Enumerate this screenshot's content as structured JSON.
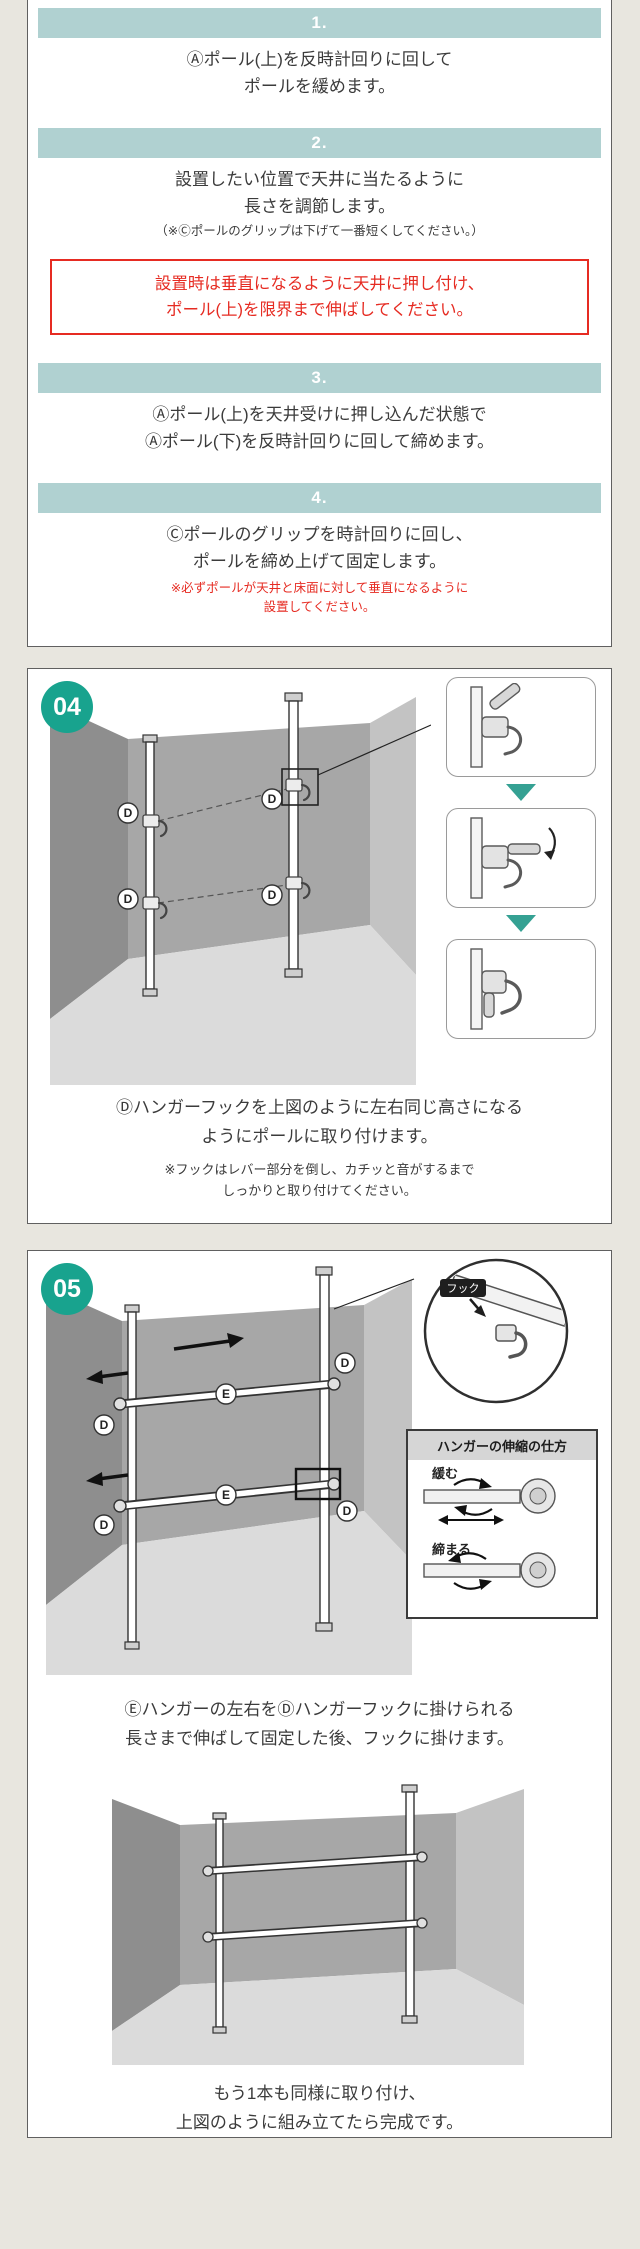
{
  "colors": {
    "page_bg": "#e8e6df",
    "step_bar": "#b0d1d1",
    "badge_teal": "#18a38e",
    "warning_red": "#e62b22",
    "wall_dark": "#8e8e8e",
    "wall_mid": "#a7a7a7",
    "wall_light": "#c3c3c3",
    "floor": "#dbdbdb"
  },
  "steps": {
    "s1": {
      "num": "1.",
      "line1": "Ⓐポール(上)を反時計回りに回して",
      "line2": "ポールを緩めます。"
    },
    "s2": {
      "num": "2.",
      "line1": "設置したい位置で天井に当たるように",
      "line2": "長さを調節します。",
      "note": "（※Ⓒポールのグリップは下げて一番短くしてください。）"
    },
    "warning": {
      "line1": "設置時は垂直になるように天井に押し付け、",
      "line2": "ポール(上)を限界まで伸ばしてください。"
    },
    "s3": {
      "num": "3.",
      "line1": "Ⓐポール(上)を天井受けに押し込んだ状態で",
      "line2": "Ⓐポール(下)を反時計回りに回して締めます。"
    },
    "s4": {
      "num": "4.",
      "line1": "Ⓒポールのグリップを時計回りに回し、",
      "line2": "ポールを締め上げて固定します。",
      "red1": "※必ずポールが天井と床面に対して垂直になるように",
      "red2": "設置してください。"
    }
  },
  "section04": {
    "badge": "04",
    "pole_label": "D",
    "caption1": "Ⓓハンガーフックを上図のように左右同じ高さになる",
    "caption2": "ようにポールに取り付けます。",
    "note1": "※フックはレバー部分を倒し、カチッと音がするまで",
    "note2": "しっかりと取り付けてください。"
  },
  "section05": {
    "badge": "05",
    "pole_label": "D",
    "bar_label": "E",
    "hook_label": "フック",
    "panel_title": "ハンガーの伸縮の仕方",
    "loosen": "緩む",
    "tighten": "締まる",
    "caption1": "Ⓔハンガーの左右をⒹハンガーフックに掛けられる",
    "caption2": "長さまで伸ばして固定した後、フックに掛けます。",
    "final1": "もう1本も同様に取り付け、",
    "final2": "上図のように組み立てたら完成です。"
  }
}
